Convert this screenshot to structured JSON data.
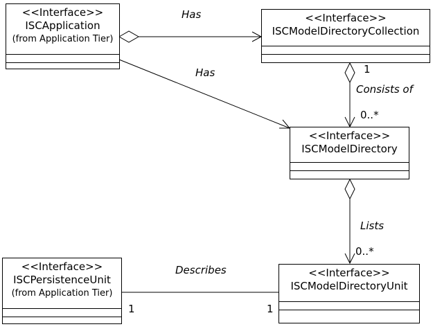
{
  "classes": {
    "app": {
      "stereotype": "<<Interface>>",
      "name": "ISCApplication",
      "from": "(from Application Tier)"
    },
    "coll": {
      "stereotype": "<<Interface>>",
      "name": "ISCModelDirectoryCollection"
    },
    "dir": {
      "stereotype": "<<Interface>>",
      "name": "ISCModelDirectory"
    },
    "pers": {
      "stereotype": "<<Interface>>",
      "name": "ISCPersistenceUnit",
      "from": "(from Application Tier)"
    },
    "unit": {
      "stereotype": "<<Interface>>",
      "name": "ISCModelDirectoryUnit"
    }
  },
  "associations": {
    "app_coll": {
      "label": "Has"
    },
    "app_dir": {
      "label": "Has"
    },
    "coll_dir": {
      "label": "Consists of",
      "source_mult": "1",
      "target_mult": "0..*"
    },
    "dir_unit": {
      "label": "Lists",
      "target_mult": "0..*"
    },
    "pers_unit": {
      "label": "Describes",
      "source_mult": "1",
      "target_mult": "1"
    }
  }
}
